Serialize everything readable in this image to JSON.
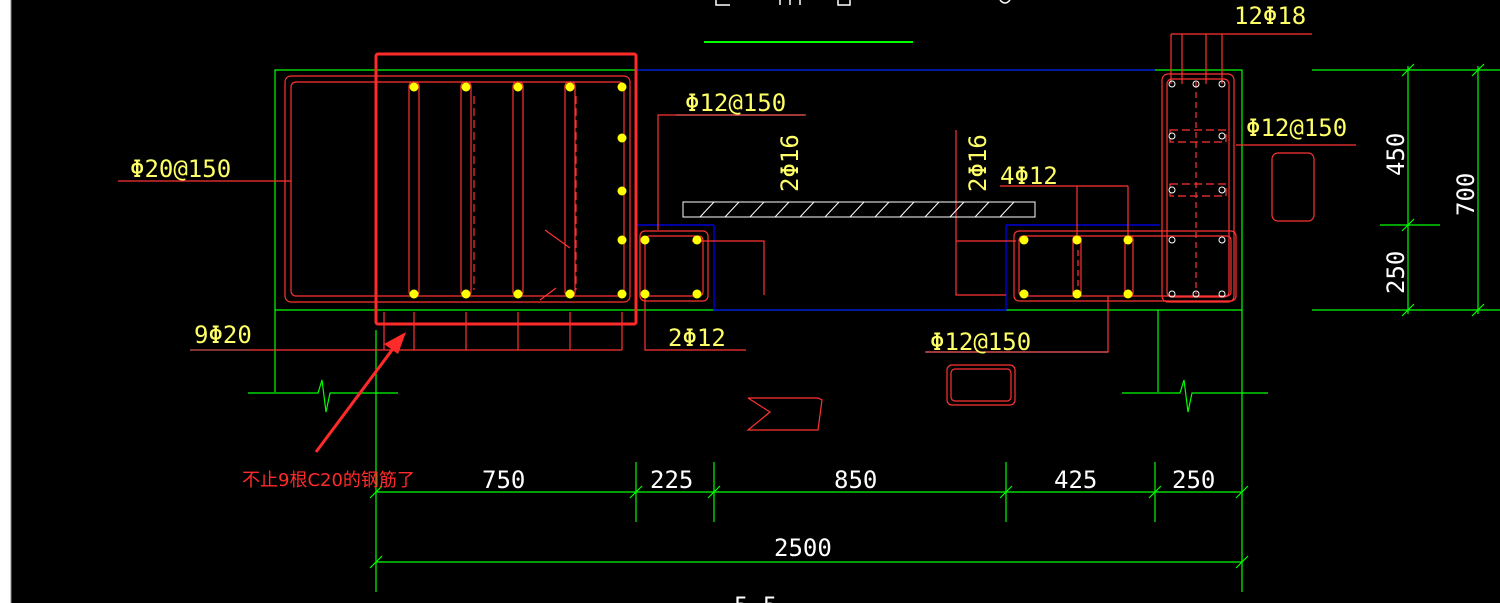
{
  "colors": {
    "background": "#000000",
    "outline": "#00ff00",
    "rebar": "#ff3333",
    "rebar_dot": "#ffff00",
    "leader": "#ff6666",
    "text": "#ffff66",
    "dim_text": "#ffffff",
    "blue": "#0000ff",
    "annotation": "#ff2a2a",
    "sidebar": "#ffffff"
  },
  "labels": {
    "top_rebar": "12Φ18",
    "stirrup_left": "Φ20@150",
    "stirrup_mid_top": "Φ12@150",
    "stirrup_right": "Φ12@150",
    "vertical_mid_left": "2Φ16",
    "vertical_mid_right": "2Φ16",
    "right_bottom_bar": "4Φ12",
    "left_bottom_count": "9Φ20",
    "mid_bottom_bar": "2Φ12",
    "bottom_stirrup": "Φ12@150"
  },
  "annotation": {
    "note": "不止9根C20的钢筋了"
  },
  "dimensions": {
    "segments": [
      "750",
      "225",
      "850",
      "425",
      "250"
    ],
    "total": "2500",
    "height_top": "450",
    "height_bottom": "250",
    "height_total": "700"
  },
  "section_label": "5  5",
  "title_partial": ""
}
